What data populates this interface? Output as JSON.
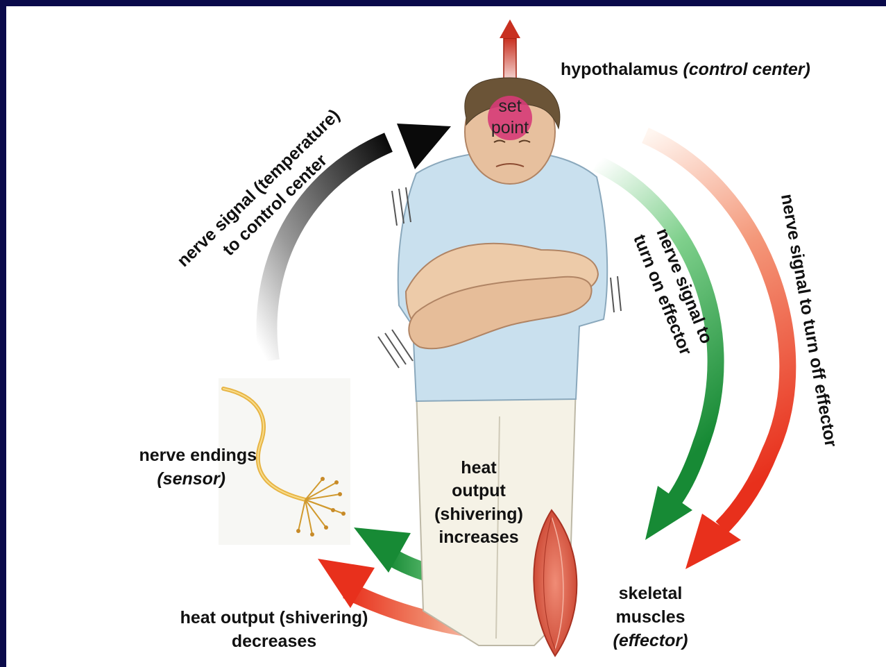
{
  "labels": {
    "hypothalamus": "hypothalamus",
    "hypothalamus_role": "(control center)",
    "set_point_line1": "set",
    "set_point_line2": "point",
    "nerve_to_center_line1": "nerve signal (temperature)",
    "nerve_to_center_line2": "to control center",
    "turn_on_line1": "nerve signal to",
    "turn_on_line2": "turn on effector",
    "turn_off": "nerve signal to turn off effector",
    "nerve_endings": "nerve endings",
    "nerve_endings_role": "(sensor)",
    "increases_line1": "heat",
    "increases_line2": "output",
    "increases_line3": "(shivering)",
    "increases_line4": "increases",
    "decreases_line1": "heat output (shivering)",
    "decreases_line2": "decreases",
    "muscles_line1": "skeletal",
    "muscles_line2": "muscles",
    "muscles_role": "(effector)"
  },
  "colors": {
    "frame": "#0a0a4a",
    "black_arrow": "#111111",
    "green_arrow": "#1e8a3c",
    "red_arrow": "#e8321e",
    "blue_arrow": "#2a4fa0",
    "set_point": "#d63b77"
  },
  "icons": {
    "person": "shivering-person-illustration",
    "neuron": "nerve-ending-illustration",
    "muscle": "skeletal-muscle-illustration"
  }
}
